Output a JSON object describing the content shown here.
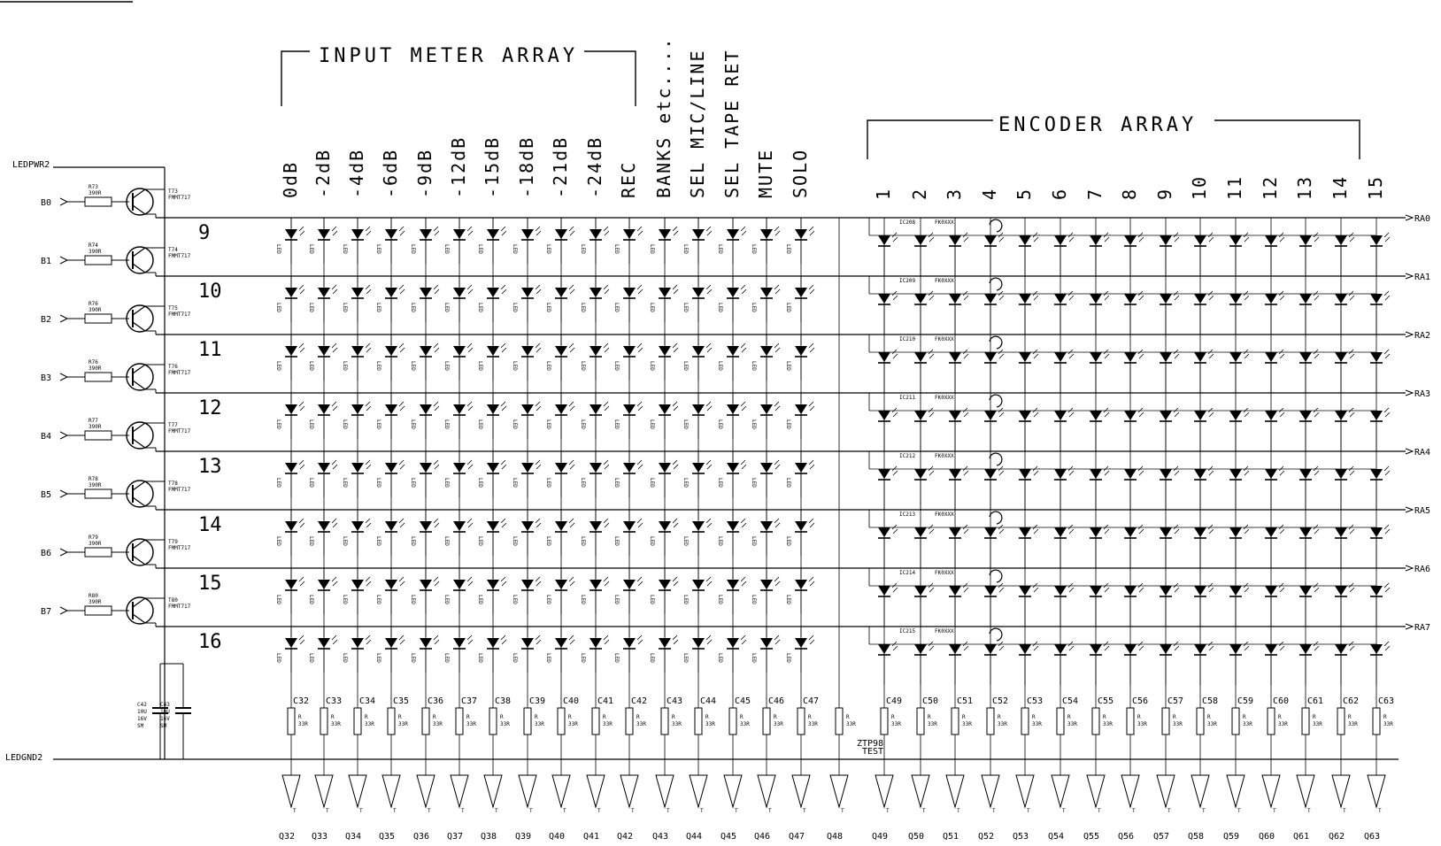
{
  "titles": {
    "input_meter": "INPUT METER ARRAY",
    "encoder": "ENCODER ARRAY"
  },
  "column_labels": [
    "0dB",
    "-2dB",
    "-4dB",
    "-6dB",
    "-9dB",
    "-12dB",
    "-15dB",
    "-18dB",
    "-21dB",
    "-24dB",
    "REC",
    "BANKS etc....",
    "SEL MIC/LINE",
    "SEL TAPE RET",
    "MUTE",
    "SOLO"
  ],
  "encoder_labels": [
    "1",
    "2",
    "3",
    "4",
    "5",
    "6",
    "7",
    "8",
    "9",
    "10",
    "11",
    "12",
    "13",
    "14",
    "15"
  ],
  "row_numbers": [
    "9",
    "10",
    "11",
    "12",
    "13",
    "14",
    "15",
    "16"
  ],
  "rails": {
    "top": "LEDPWR2",
    "bottom": "LEDGND2"
  },
  "inputs": [
    "B0",
    "B1",
    "B2",
    "B3",
    "B4",
    "B5",
    "B6",
    "B7"
  ],
  "outputs": [
    "RA0",
    "RA1",
    "RA2",
    "RA3",
    "RA4",
    "RA5",
    "RA6",
    "RA7"
  ],
  "resistors": [
    "R73",
    "R74",
    "R76",
    "R76",
    "R77",
    "R78",
    "R79",
    "R80"
  ],
  "resistor_value": "390R",
  "transistors": [
    "T73",
    "T74",
    "T75",
    "T76",
    "T77",
    "T78",
    "T79",
    "T80"
  ],
  "transistor_type": "FMMT717",
  "ic_labels": [
    "IC208",
    "IC209",
    "IC210",
    "IC211",
    "IC212",
    "IC213",
    "IC214",
    "IC215"
  ],
  "ic_part": "FK0XXX",
  "caps_left": [
    "C42",
    "C43"
  ],
  "cap_values": [
    "10U",
    "16V",
    "SM"
  ],
  "column_caps": [
    "C32",
    "C33",
    "C34",
    "C35",
    "C36",
    "C37",
    "C38",
    "C39",
    "C40",
    "C41",
    "C42",
    "C43",
    "C44",
    "C45",
    "C46",
    "C47",
    "",
    "C49",
    "C50",
    "C51",
    "C52",
    "C53",
    "C54",
    "C55",
    "C56",
    "C57",
    "C58",
    "C59",
    "C60",
    "C61",
    "C62",
    "C63"
  ],
  "q_labels": [
    "Q32",
    "Q33",
    "Q34",
    "Q35",
    "Q36",
    "Q37",
    "Q38",
    "Q39",
    "Q40",
    "Q41",
    "Q42",
    "Q43",
    "Q44",
    "Q45",
    "Q46",
    "Q47",
    "Q48",
    "Q49",
    "Q50",
    "Q51",
    "Q52",
    "Q53",
    "Q54",
    "Q55",
    "Q56",
    "Q57",
    "Q58",
    "Q59",
    "Q60",
    "Q61",
    "Q62",
    "Q63"
  ],
  "test_point": [
    "ZTP98",
    "TEST"
  ]
}
